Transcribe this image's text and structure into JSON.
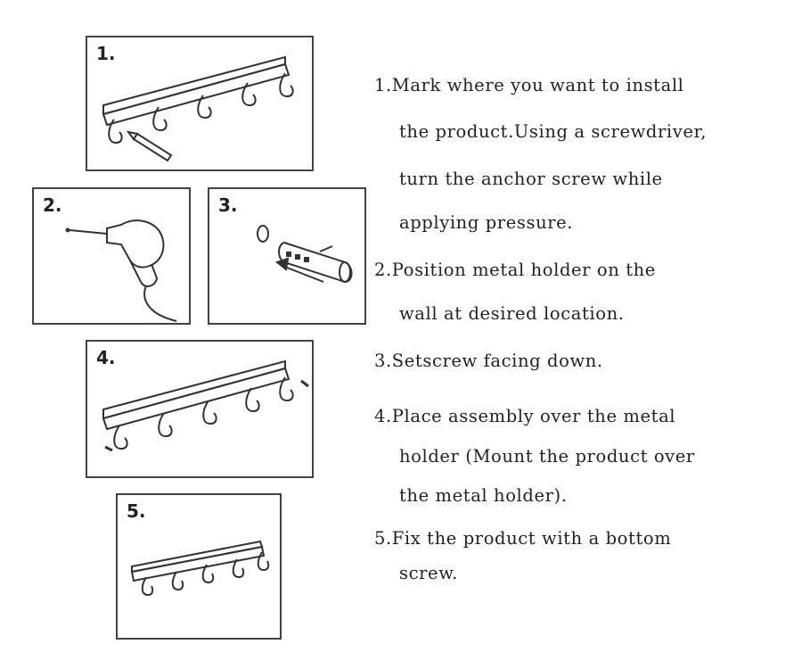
{
  "panels": [
    {
      "number": "1."
    },
    {
      "number": "2."
    },
    {
      "number": "3."
    },
    {
      "number": "4."
    },
    {
      "number": "5."
    }
  ],
  "steps": [
    {
      "lines": [
        "1.Mark where you want to install",
        "the product.Using a screwdriver,",
        "turn the anchor screw while",
        "applying pressure."
      ]
    },
    {
      "lines": [
        "2.Position metal holder on the",
        "wall at desired location."
      ]
    },
    {
      "lines": [
        "3.Setscrew facing down."
      ]
    },
    {
      "lines": [
        "4.Place assembly over the metal",
        "holder (Mount the product over",
        "the metal holder)."
      ]
    },
    {
      "lines": [
        "5.Fix the product with a bottom",
        "screw."
      ]
    }
  ]
}
